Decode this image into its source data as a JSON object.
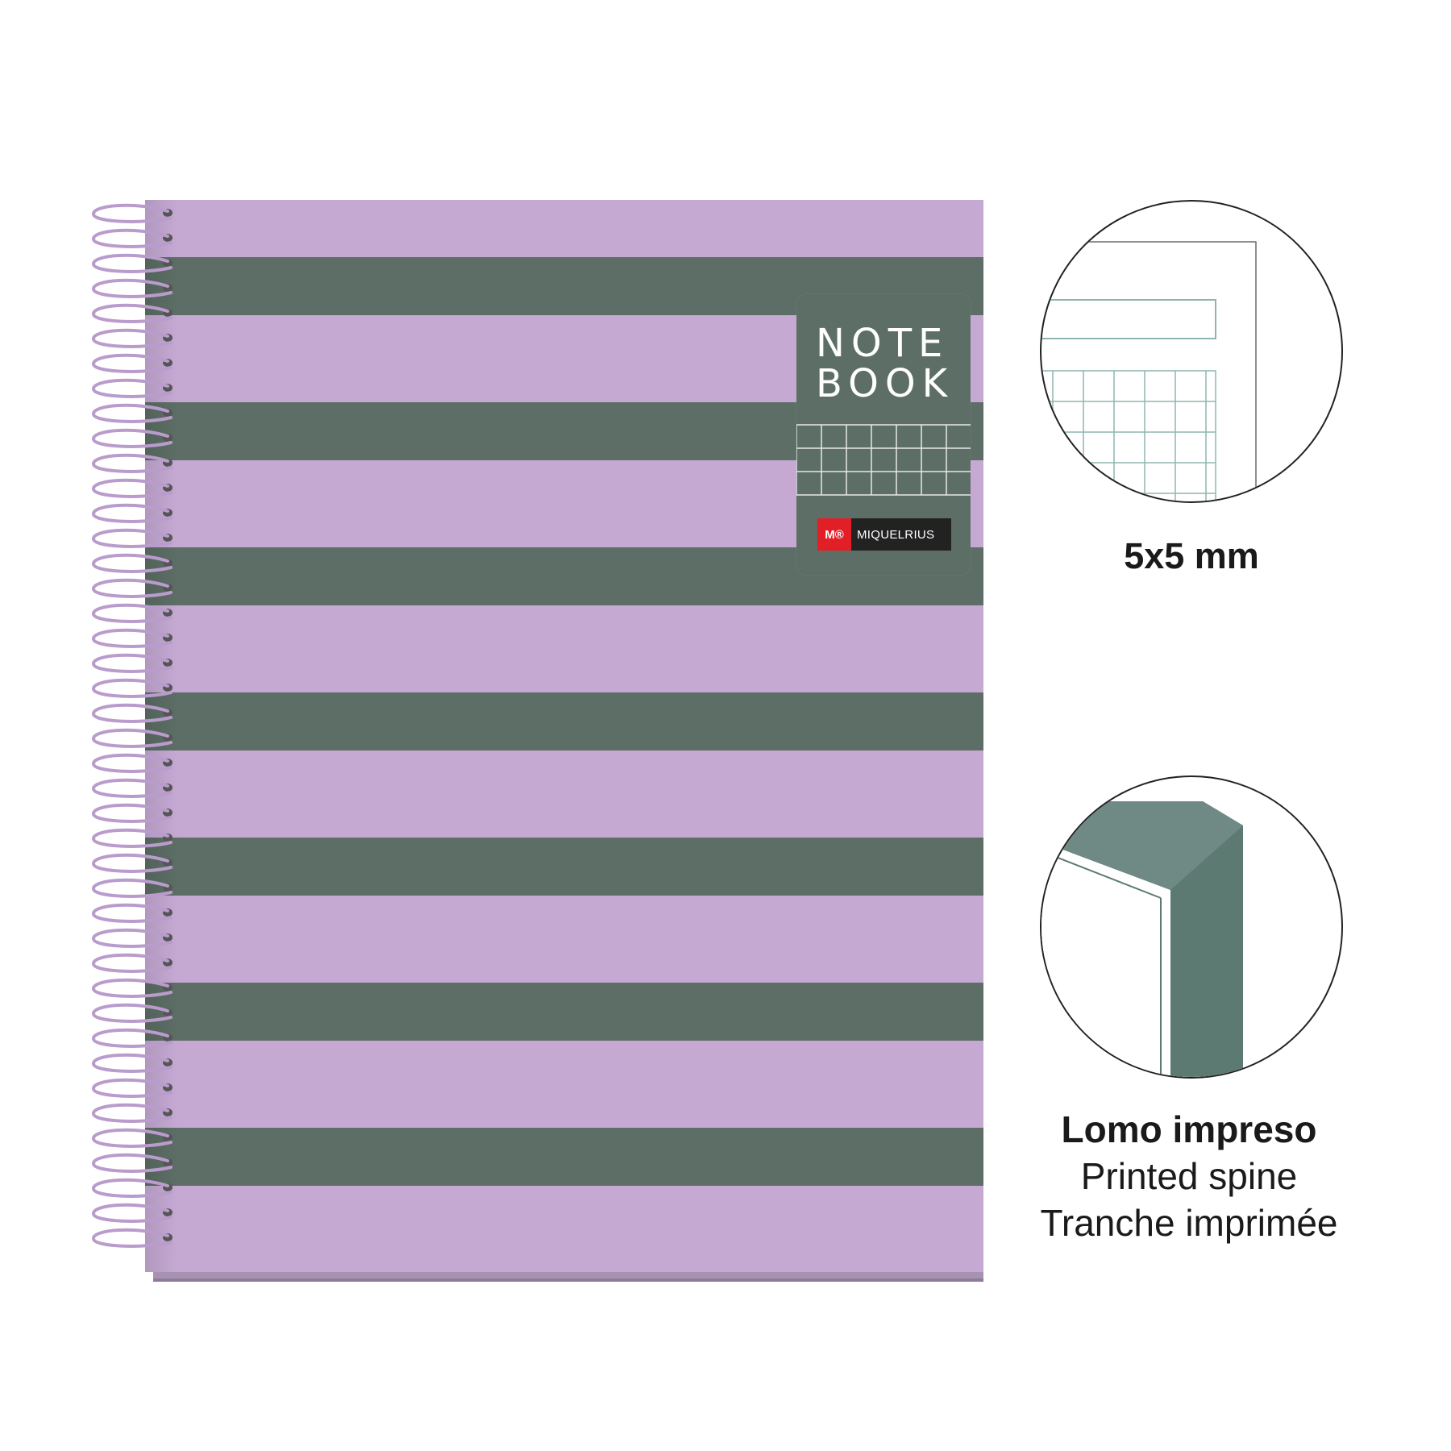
{
  "cover": {
    "title_line1": "NOTE",
    "title_line2": "BOOK",
    "brand_mark": "M®",
    "brand_name": "MIQUELRIUS"
  },
  "features": {
    "grid_size": "5x5 mm",
    "spine_es": "Lomo impreso",
    "spine_en": "Printed spine",
    "spine_fr": "Tranche imprimée"
  },
  "colors": {
    "lilac": "#c5a9d3",
    "green": "#5c6e65",
    "coil": "#b99ccc",
    "brand_red": "#e21f26"
  }
}
